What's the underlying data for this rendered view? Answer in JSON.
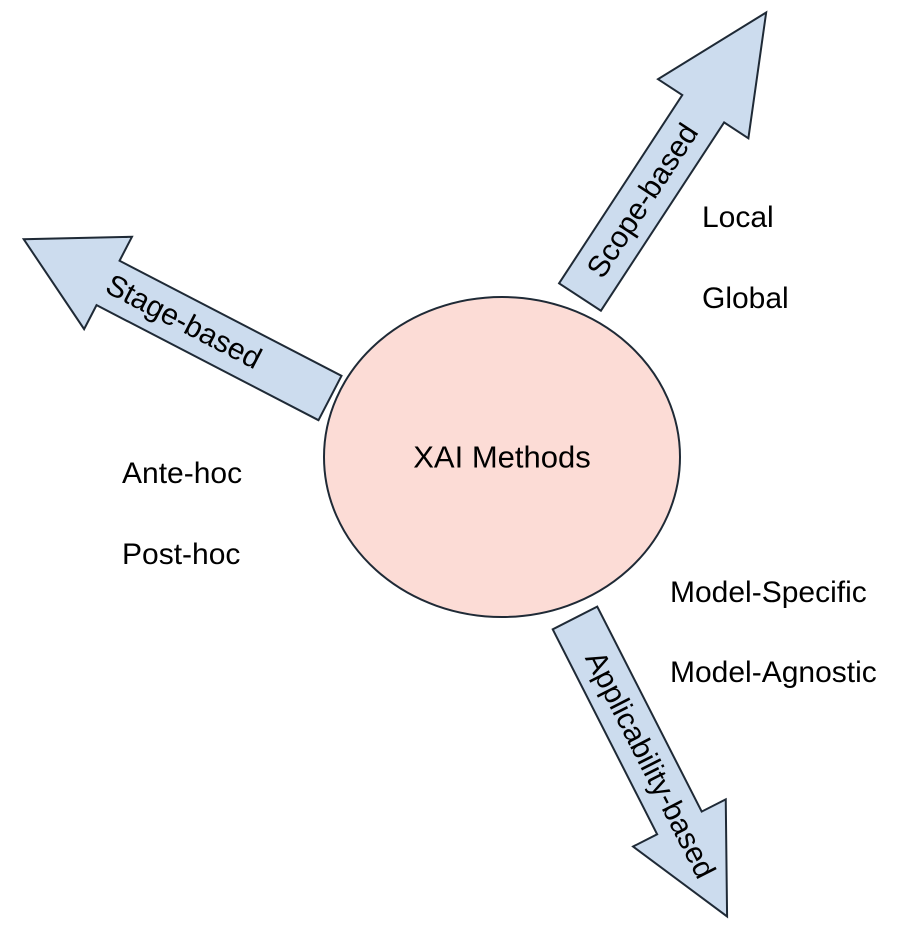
{
  "center": {
    "label": "XAI Methods",
    "fill": "#fcdcd6",
    "stroke": "#1f2a36"
  },
  "arrow_fill": "#ccdcee",
  "categories": [
    {
      "name": "Stage-based",
      "items": [
        "Ante-hoc",
        "Post-hoc"
      ]
    },
    {
      "name": "Scope-based",
      "items": [
        "Local",
        "Global"
      ]
    },
    {
      "name": "Applicability-based",
      "items": [
        "Model-Specific",
        "Model-Agnostic"
      ]
    }
  ]
}
